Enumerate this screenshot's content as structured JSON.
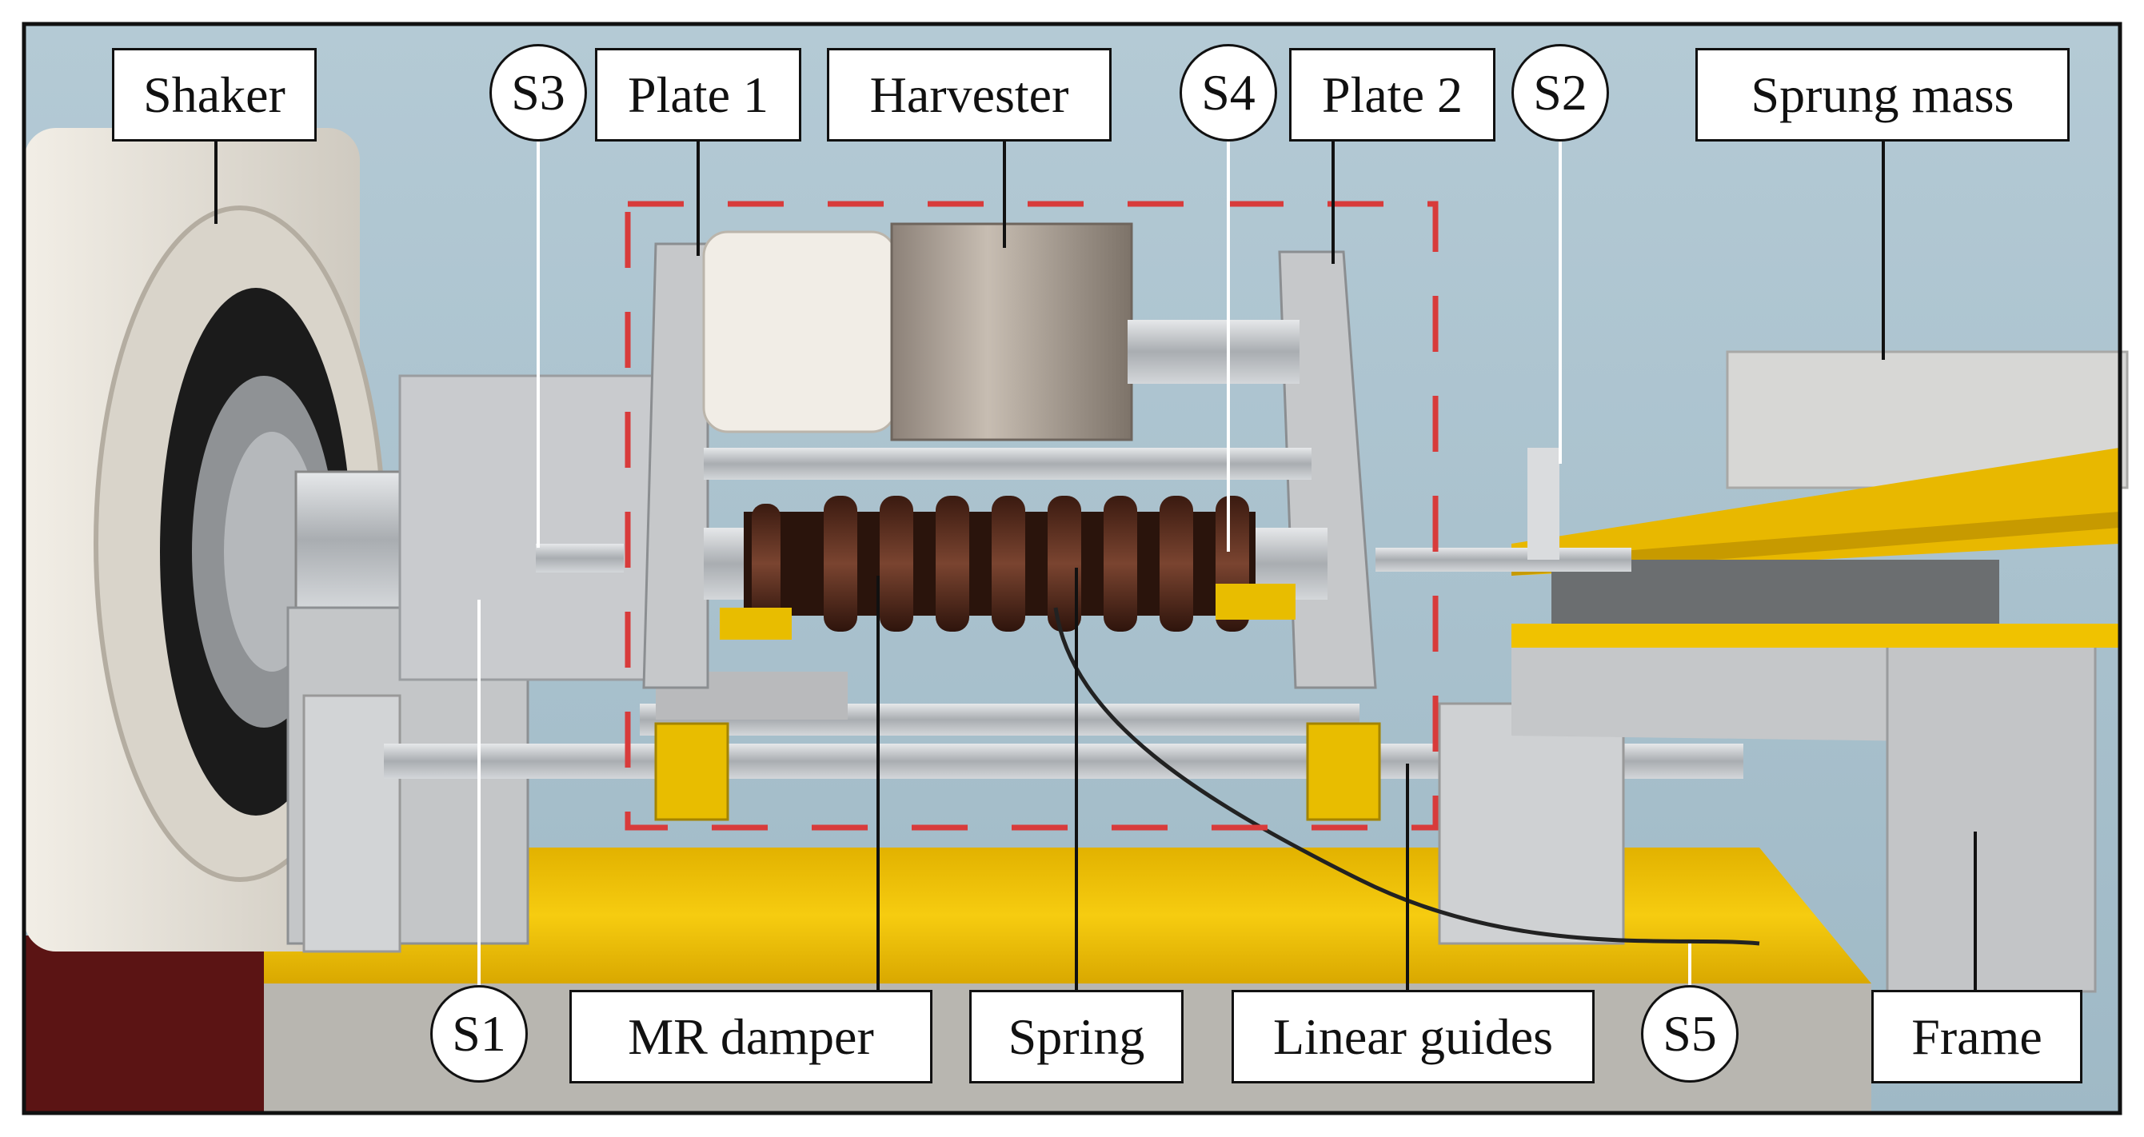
{
  "figure": {
    "labels": {
      "shaker": "Shaker",
      "plate1": "Plate 1",
      "harvester": "Harvester",
      "plate2": "Plate 2",
      "sprung_mass": "Sprung mass",
      "mr_damper": "MR damper",
      "spring": "Spring",
      "linear_guides": "Linear guides",
      "frame": "Frame"
    },
    "sensors": {
      "s1": "S1",
      "s2": "S2",
      "s3": "S3",
      "s4": "S4",
      "s5": "S5"
    },
    "colors": {
      "frame_border": "#111111",
      "wall": "#a9c3d0",
      "table_yellow": "#f2c200",
      "dashed_box": "#d83b3b",
      "spring_brown": "#5a2c1c",
      "shaker_white": "#e7e3da",
      "metal": "#c9ccce"
    }
  }
}
